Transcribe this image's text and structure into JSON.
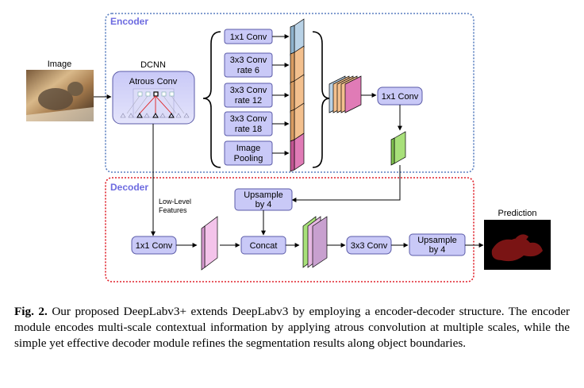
{
  "encoder": {
    "title": "Encoder",
    "image_label": "Image",
    "dcnn_label": "DCNN",
    "atrous_label": "Atrous Conv",
    "branches": [
      {
        "lines": [
          "1x1 Conv"
        ]
      },
      {
        "lines": [
          "3x3 Conv",
          "rate 6"
        ]
      },
      {
        "lines": [
          "3x3 Conv",
          "rate 12"
        ]
      },
      {
        "lines": [
          "3x3 Conv",
          "rate 18"
        ]
      },
      {
        "lines": [
          "Image",
          "Pooling"
        ]
      }
    ],
    "conv_after_concat": "1x1 Conv"
  },
  "decoder": {
    "title": "Decoder",
    "upsample_top": [
      "Upsample",
      "by 4"
    ],
    "low_level": [
      "Low-Level",
      "Features"
    ],
    "conv1x1": "1x1 Conv",
    "concat": "Concat",
    "conv3x3": "3x3 Conv",
    "upsample_out": [
      "Upsample",
      "by 4"
    ],
    "prediction_label": "Prediction"
  },
  "colors": {
    "encoder_border": "#5a7fc0",
    "decoder_border": "#e0202a",
    "box_fill": "#c9c9f7",
    "box_stroke": "#5b5ba8",
    "blue_feat": "#b9d2e6",
    "orange_feat": "#f3c08e",
    "pink_feat": "#e07bb6",
    "green_feat": "#a8e07a",
    "light_pink_feat": "#f3c3ea",
    "purple_feat": "#c8a0cf",
    "section_title": "#6d6be0"
  },
  "caption": {
    "fig_label": "Fig. 2.",
    "text": "Our proposed DeepLabv3+ extends DeepLabv3 by employing a encoder-decoder structure. The encoder module encodes multi-scale contextual information by applying atrous convolution at multiple scales, while the simple yet effective decoder module refines the segmentation results along object boundaries."
  }
}
